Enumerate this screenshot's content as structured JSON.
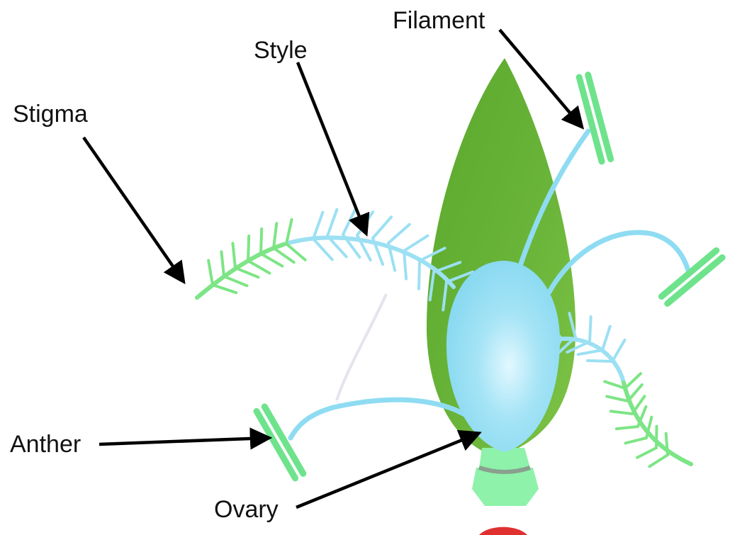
{
  "labels": {
    "filament": "Filament",
    "style": "Style",
    "stigma": "Stigma",
    "anther": "Anther",
    "ovary": "Ovary"
  },
  "colors": {
    "bract_dark": "#58a42a",
    "bract_light": "#74bf3e",
    "ovary": "#8fdcf2",
    "ovary_highlight": "#d8f6ff",
    "filament": "#8fdcf2",
    "anther": "#6ee38c",
    "stigma_green": "#7de585",
    "stigma_blue": "#9ce0f3",
    "base": "#8ef2aa",
    "base_ring": "#8aa08e",
    "arrow": "#000000",
    "accent_red": "#e03030"
  }
}
